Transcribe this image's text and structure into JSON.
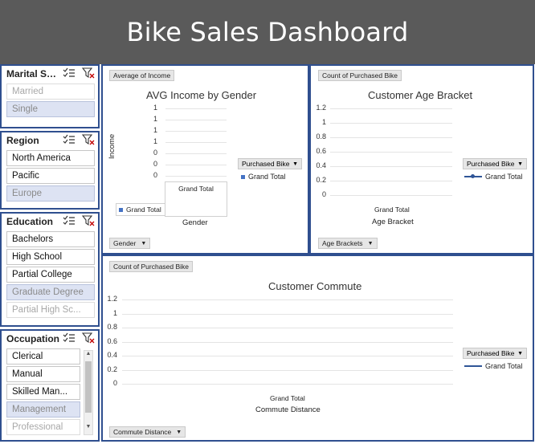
{
  "header": {
    "title": "Bike Sales Dashboard"
  },
  "slicers": {
    "marital": {
      "title": "Marital Sta...",
      "items": [
        {
          "label": "Married",
          "state": "dim"
        },
        {
          "label": "Single",
          "state": "sel"
        }
      ]
    },
    "region": {
      "title": "Region",
      "items": [
        {
          "label": "North America",
          "state": "on"
        },
        {
          "label": "Pacific",
          "state": "on"
        },
        {
          "label": "Europe",
          "state": "sel"
        }
      ]
    },
    "education": {
      "title": "Education",
      "items": [
        {
          "label": "Bachelors",
          "state": "on"
        },
        {
          "label": "High School",
          "state": "on"
        },
        {
          "label": "Partial College",
          "state": "on"
        },
        {
          "label": "Graduate Degree",
          "state": "sel"
        },
        {
          "label": "Partial High Sc...",
          "state": "dim"
        }
      ]
    },
    "occupation": {
      "title": "Occupation",
      "items": [
        {
          "label": "Clerical",
          "state": "on"
        },
        {
          "label": "Manual",
          "state": "on"
        },
        {
          "label": "Skilled Man...",
          "state": "on"
        },
        {
          "label": "Management",
          "state": "sel"
        },
        {
          "label": "Professional",
          "state": "dim"
        }
      ]
    }
  },
  "income_chart": {
    "value_button": "Average of Income",
    "axis_button": "Gender",
    "legend_button": "Purchased Bike",
    "legend_item": "Grand Total",
    "table_legend": "Grand Total",
    "column_header": "Grand Total",
    "x_axis_title": "Gender"
  },
  "age_chart": {
    "value_button": "Count of Purchased Bike",
    "axis_button": "Age Brackets",
    "legend_button": "Purchased Bike",
    "legend_item": "Grand Total",
    "x_axis_title": "Age Bracket"
  },
  "commute_chart": {
    "value_button": "Count of Purchased Bike",
    "axis_button": "Commute Distance",
    "legend_button": "Purchased Bike",
    "legend_item": "Grand Total",
    "x_axis_title": "Commute Distance"
  },
  "chart_data": [
    {
      "type": "bar",
      "title": "AVG Income by  Gender",
      "xlabel": "Gender",
      "ylabel": "Income",
      "categories": [
        "Grand Total"
      ],
      "series": [
        {
          "name": "Grand Total",
          "values": []
        }
      ],
      "y_tick_labels": [
        "1",
        "1",
        "1",
        "1",
        "0",
        "0",
        "0"
      ],
      "legend": "right"
    },
    {
      "type": "line",
      "title": "Customer Age Bracket",
      "xlabel": "Age Bracket",
      "ylabel": "",
      "categories": [
        "Grand Total"
      ],
      "series": [
        {
          "name": "Grand Total",
          "values": []
        }
      ],
      "y_tick_labels": [
        "1.2",
        "1",
        "0.8",
        "0.6",
        "0.4",
        "0.2",
        "0"
      ],
      "ylim": [
        0,
        1.2
      ],
      "legend": "right"
    },
    {
      "type": "line",
      "title": "Customer Commute",
      "xlabel": "Commute Distance",
      "ylabel": "",
      "categories": [
        "Grand Total"
      ],
      "series": [
        {
          "name": "Grand Total",
          "values": []
        }
      ],
      "y_tick_labels": [
        "1.2",
        "1",
        "0.8",
        "0.6",
        "0.4",
        "0.2",
        "0"
      ],
      "ylim": [
        0,
        1.2
      ],
      "legend": "right"
    }
  ]
}
